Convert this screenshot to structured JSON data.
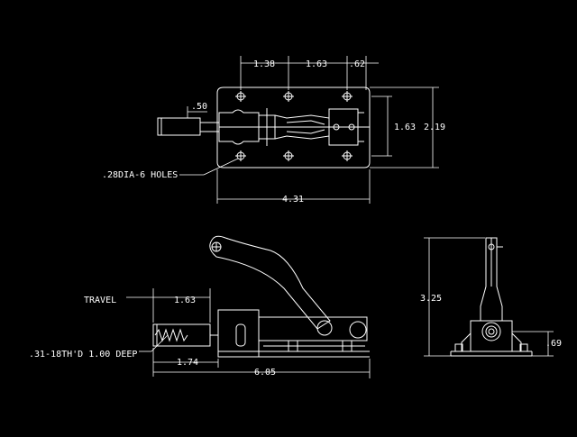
{
  "drawing": {
    "background": "#000000",
    "line_color": "#ffffff"
  },
  "top_view": {
    "dim_spacing_1": "1.38",
    "dim_spacing_2": "1.63",
    "dim_spacing_3": ".62",
    "dim_handle_offset": ".50",
    "dim_inner_height": "1.63",
    "dim_overall_height": "2.19",
    "dim_overall_width": "4.31",
    "holes_note": ".28DIA-6 HOLES"
  },
  "side_view": {
    "travel_label": "TRAVEL",
    "dim_travel": "1.63",
    "thread_note": ".31-18TH'D 1.00 DEEP",
    "dim_plunger": "1.74",
    "dim_overall_length": "6.05"
  },
  "end_view": {
    "dim_height": "3.25",
    "dim_base": ".69"
  }
}
